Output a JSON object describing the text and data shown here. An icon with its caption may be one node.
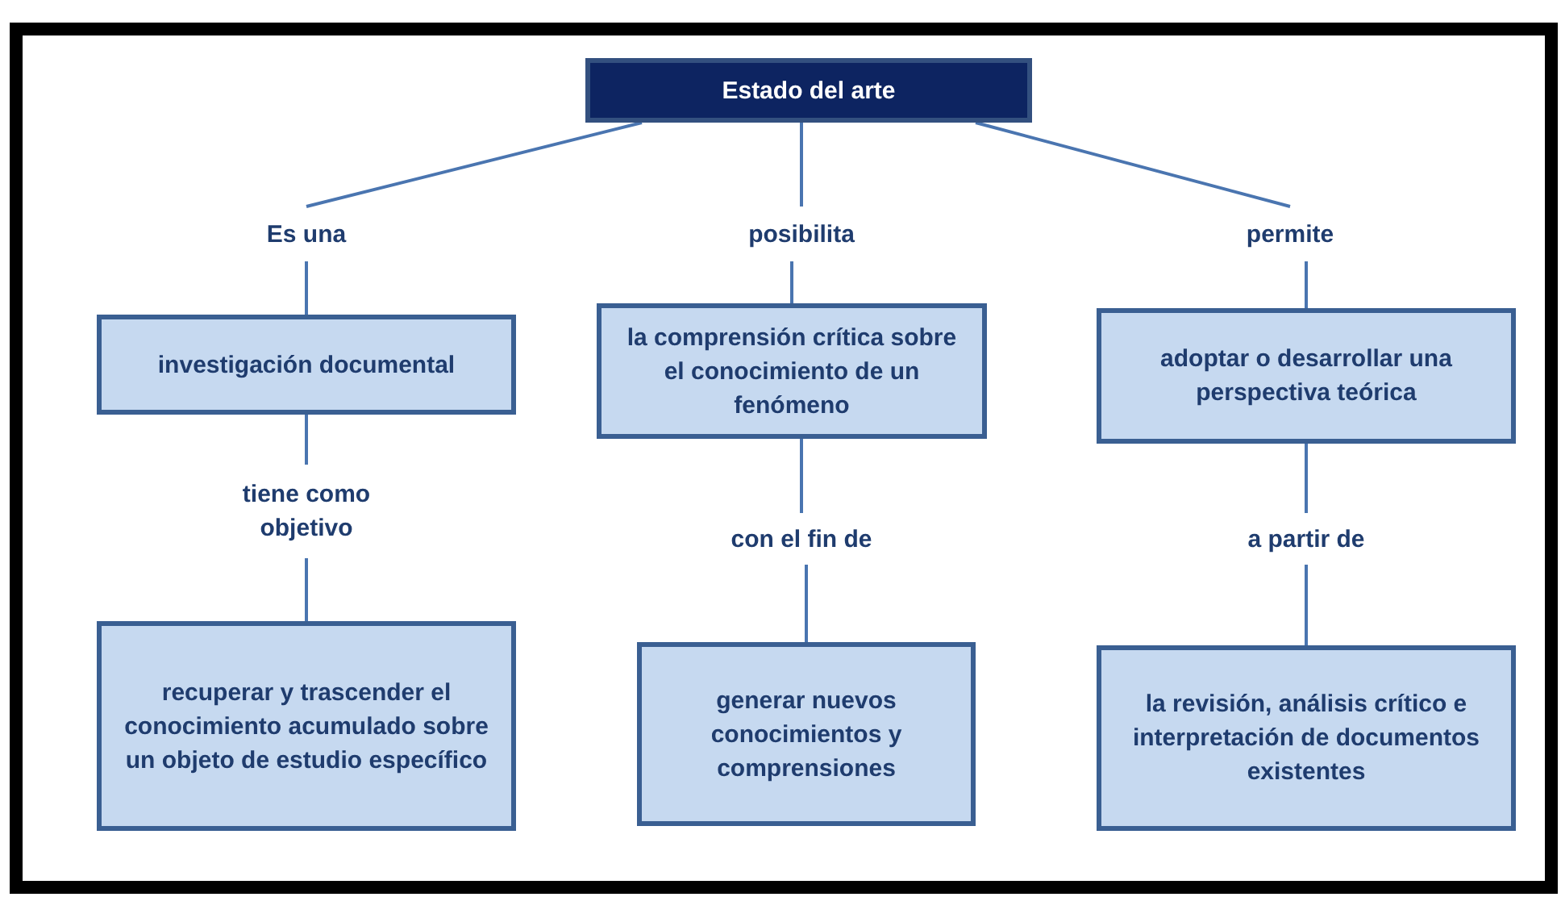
{
  "diagram": {
    "nodes": [
      {
        "text": [
          "Estado del arte"
        ]
      },
      {
        "text": [
          "Es una"
        ]
      },
      {
        "text": [
          "posibilita"
        ]
      },
      {
        "text": [
          "permite"
        ]
      },
      {
        "text": [
          "investigación documental"
        ]
      },
      {
        "text": [
          "la comprensión crítica sobre el conocimiento de un fenómeno"
        ]
      },
      {
        "text": [
          "adoptar o desarrollar una perspectiva teórica"
        ]
      },
      {
        "text": [
          "tiene como objetivo"
        ]
      },
      {
        "text": [
          "con el fin de"
        ]
      },
      {
        "text": [
          "a partir de"
        ]
      },
      {
        "text": [
          "recuperar y trascender el conocimiento acumulado sobre un objeto de estudio específico"
        ]
      },
      {
        "text": [
          "generar nuevos conocimientos y comprensiones"
        ]
      },
      {
        "text": [
          "la revisión, análisis crítico e interpretación de documentos existentes"
        ]
      }
    ],
    "edges": [
      {
        "from": 0,
        "to": 1,
        "arrow": "none"
      },
      {
        "from": 0,
        "to": 2,
        "arrow": "none"
      },
      {
        "from": 0,
        "to": 3,
        "arrow": "none"
      },
      {
        "from": 1,
        "to": 4,
        "arrow": "none"
      },
      {
        "from": 2,
        "to": 5,
        "arrow": "none"
      },
      {
        "from": 3,
        "to": 6,
        "arrow": "none"
      },
      {
        "from": 4,
        "to": 7,
        "arrow": "none"
      },
      {
        "from": 5,
        "to": 8,
        "arrow": "none"
      },
      {
        "from": 6,
        "to": 9,
        "arrow": "none"
      },
      {
        "from": 7,
        "to": 10,
        "arrow": "none"
      },
      {
        "from": 8,
        "to": 11,
        "arrow": "none"
      },
      {
        "from": 9,
        "to": 12,
        "arrow": "none"
      }
    ]
  }
}
